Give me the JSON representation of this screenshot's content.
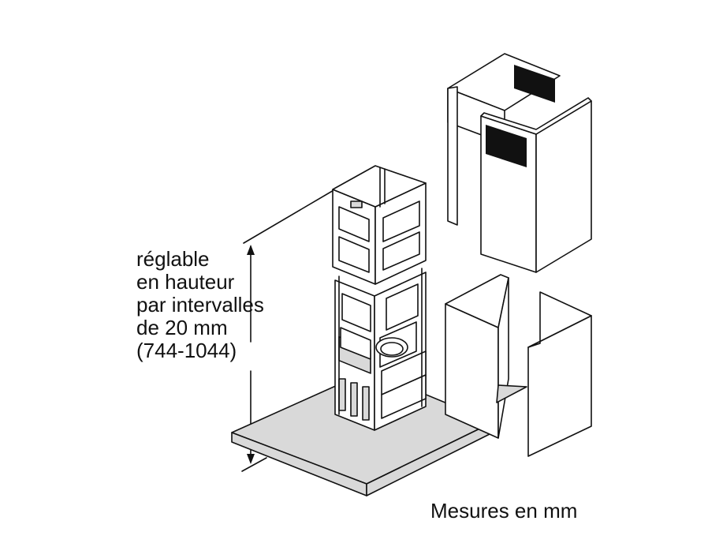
{
  "adjustable_label": {
    "lines": [
      "réglable",
      "en hauteur",
      "par intervalles",
      "de 20 mm",
      "(744-1044)"
    ]
  },
  "footnote": "Mesures en mm"
}
